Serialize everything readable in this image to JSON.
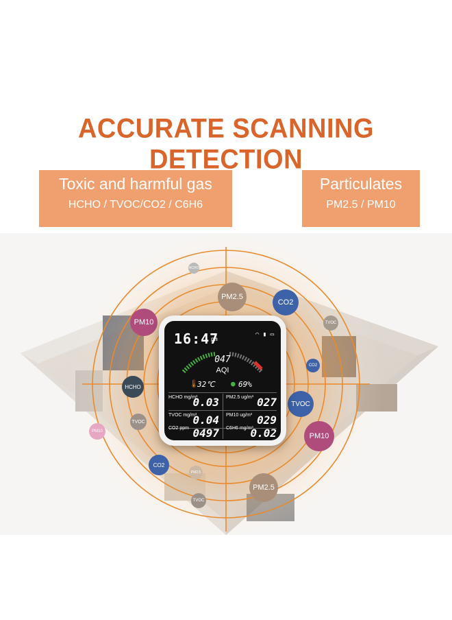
{
  "headline": "ACCURATE SCANNING DETECTION",
  "tags": {
    "left": {
      "title": "Toxic and harmful gas",
      "subtitle": "HCHO / TVOC/CO2 / C6H6"
    },
    "right": {
      "title": "Particulates",
      "subtitle": "PM2.5 / PM10"
    }
  },
  "bubbles": [
    {
      "label": "HCHO"
    },
    {
      "label": "PM2.5"
    },
    {
      "label": "CO2"
    },
    {
      "label": "PM10"
    },
    {
      "label": "TVOC"
    },
    {
      "label": "CO2"
    },
    {
      "label": "HCHO"
    },
    {
      "label": "TVOC"
    },
    {
      "label": "PM10"
    },
    {
      "label": "TVOC"
    },
    {
      "label": "PM10"
    },
    {
      "label": "CO2"
    },
    {
      "label": "PM2.5"
    },
    {
      "label": "PM2.5"
    },
    {
      "label": "TVOC"
    }
  ],
  "device": {
    "time": "16:47",
    "time_suffix": "pm",
    "aqi_value": "047",
    "aqi_label": "AQI",
    "temperature": "32℃",
    "humidity": "69%",
    "cells": [
      {
        "label": "HCHO mg/m³",
        "value": "0.03"
      },
      {
        "label": "PM2.5 ug/m³",
        "value": "027"
      },
      {
        "label": "TVOC mg/m³",
        "value": "0.04"
      },
      {
        "label": "PM10 ug/m³",
        "value": "029"
      },
      {
        "label": "CO2 ppm",
        "value": "0497"
      },
      {
        "label": "C6H6 mg/m³",
        "value": "0.02"
      }
    ]
  },
  "colors": {
    "accent": "#d9652b",
    "tag_bg": "#f0a06e",
    "ring": "#e98a2c"
  }
}
